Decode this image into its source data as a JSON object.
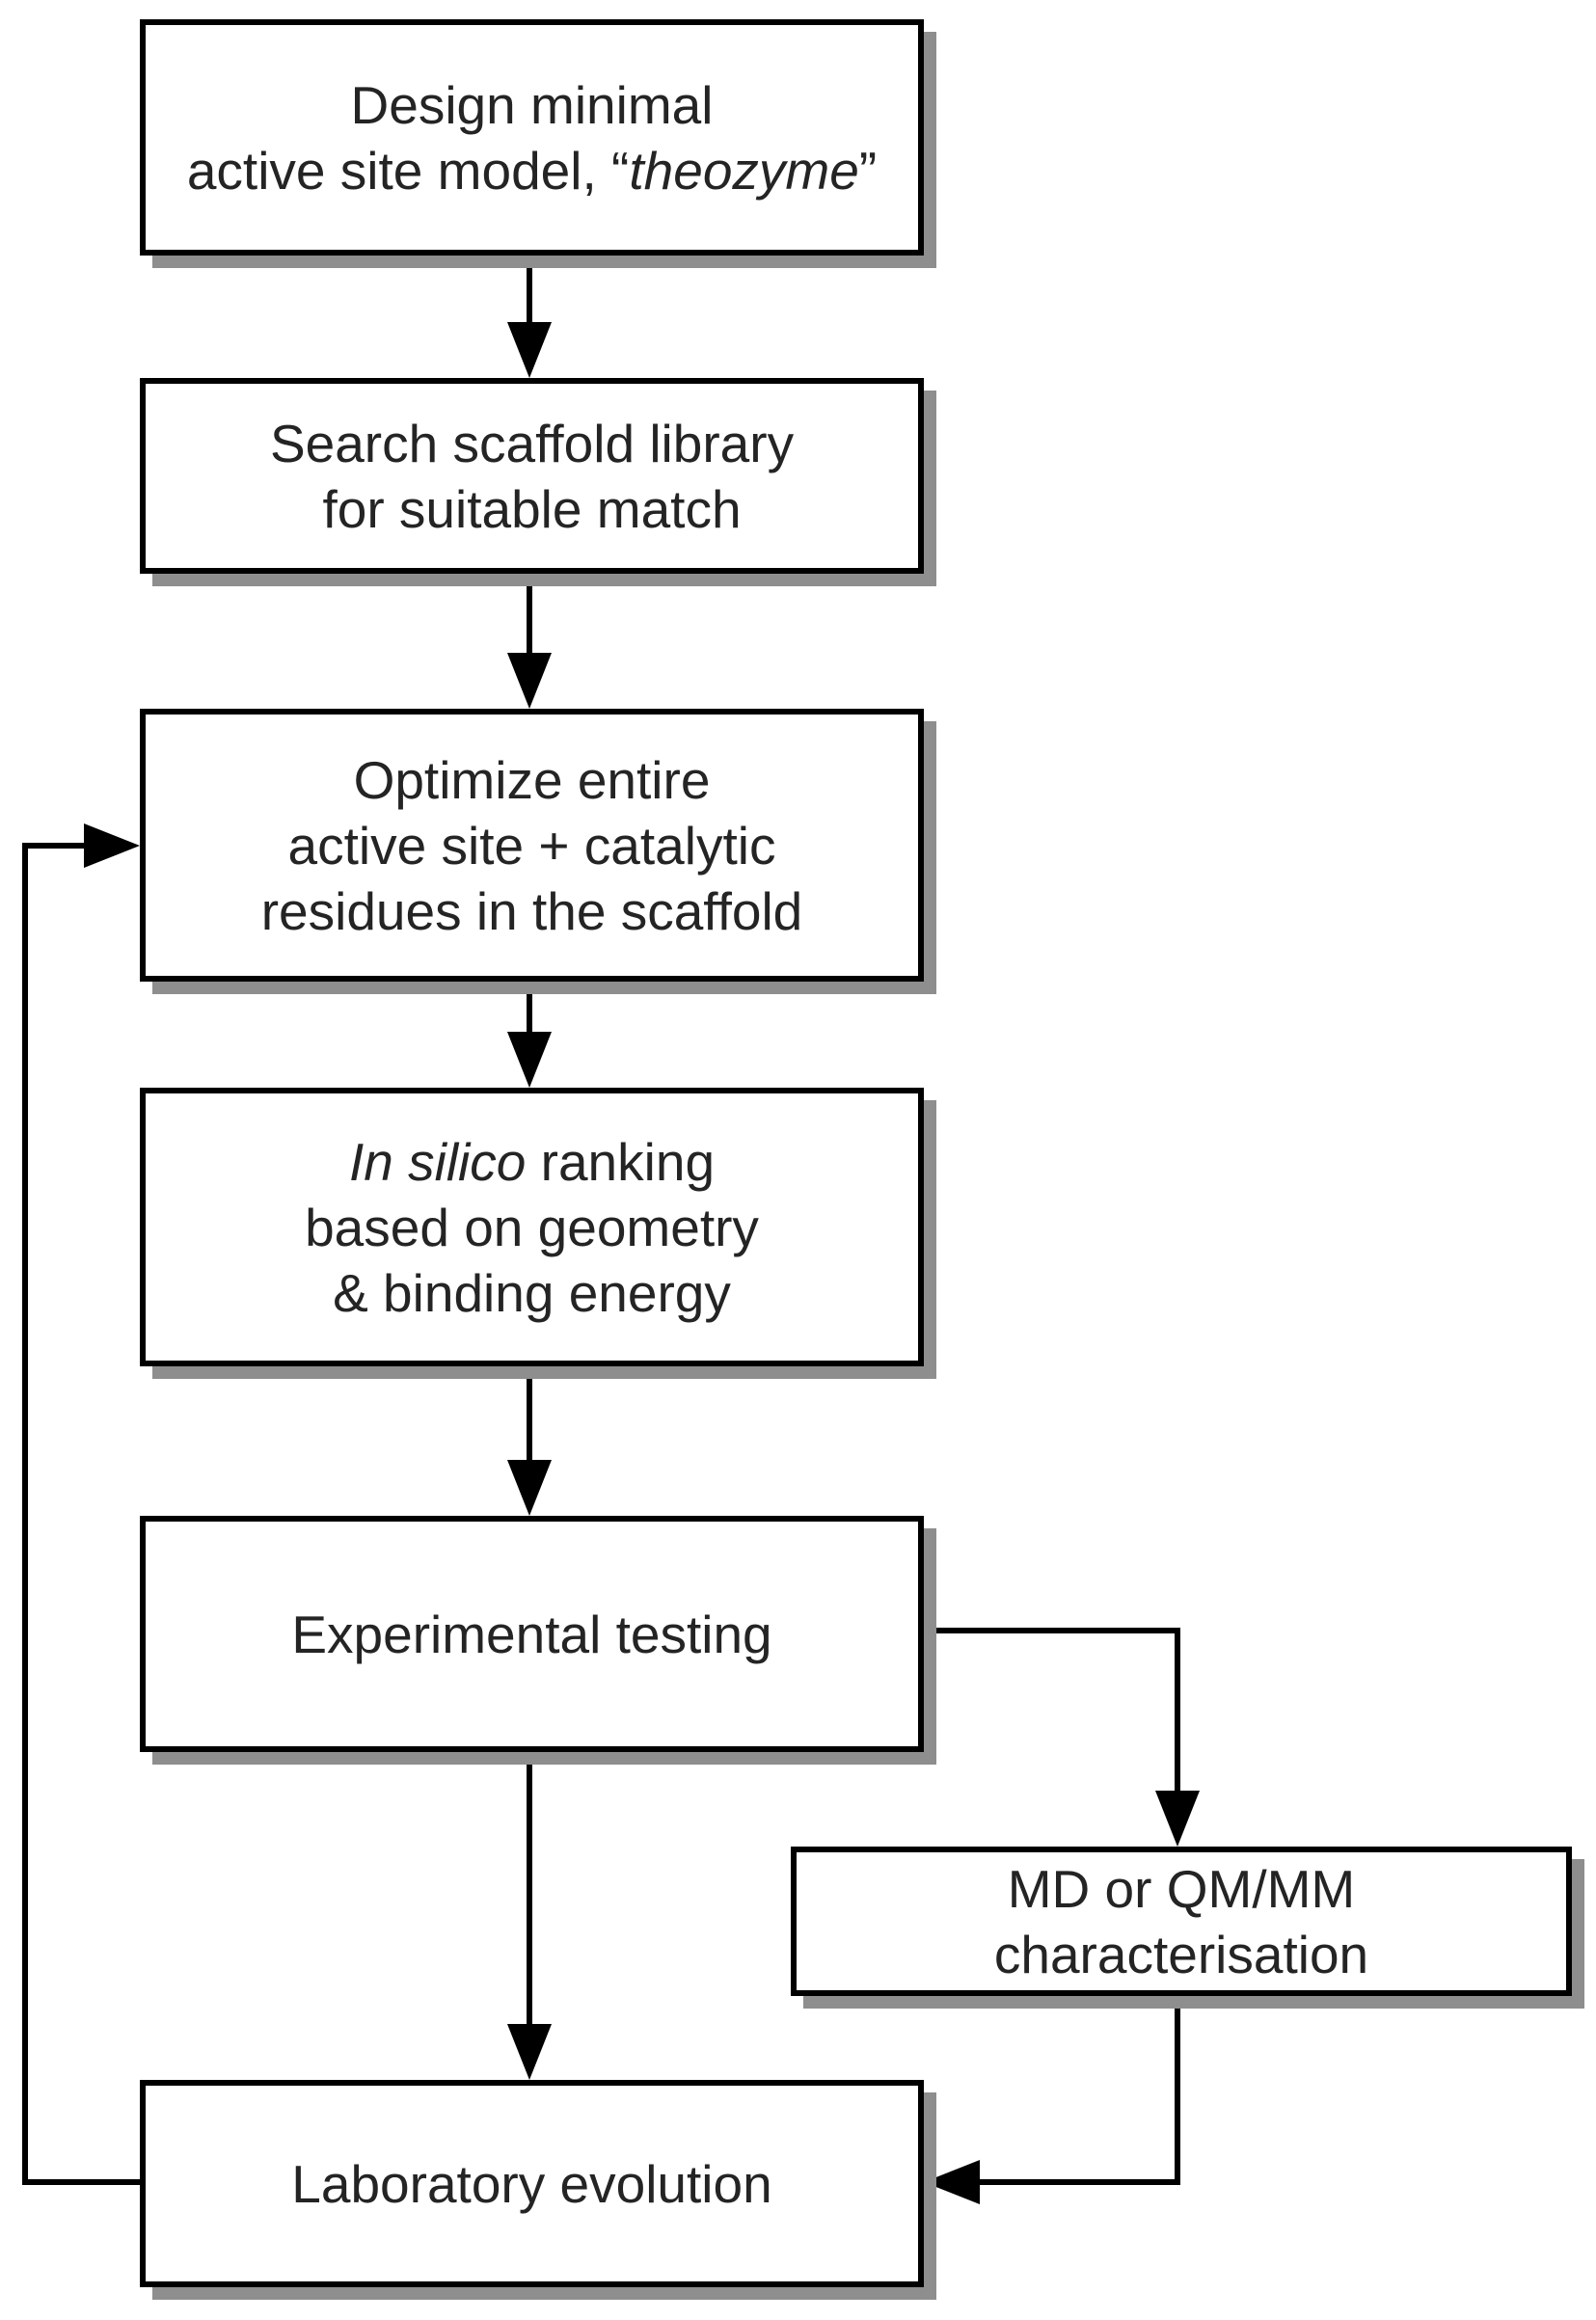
{
  "diagram": {
    "type": "flowchart",
    "colors": {
      "background": "#ffffff",
      "box_fill": "#ffffff",
      "box_border": "#000000",
      "box_shadow": "#8e8e8e",
      "text": "#242424",
      "connector": "#000000"
    },
    "boxes": {
      "design": {
        "line1": "Design minimal",
        "line2_pre": "active site model, “",
        "line2_italic": "theozyme",
        "line2_post": "”"
      },
      "search": {
        "line1": "Search scaffold library",
        "line2": "for suitable match"
      },
      "optimize": {
        "line1": "Optimize entire",
        "line2": "active site + catalytic",
        "line3": "residues in the scaffold"
      },
      "ranking": {
        "line1_italic": "In silico",
        "line1_post": " ranking",
        "line2": "based on geometry",
        "line3": "& binding energy"
      },
      "experimental": {
        "line1": "Experimental testing"
      },
      "md": {
        "line1": "MD or QM/MM",
        "line2": "characterisation"
      },
      "laboratory": {
        "line1": "Laboratory evolution"
      }
    }
  }
}
